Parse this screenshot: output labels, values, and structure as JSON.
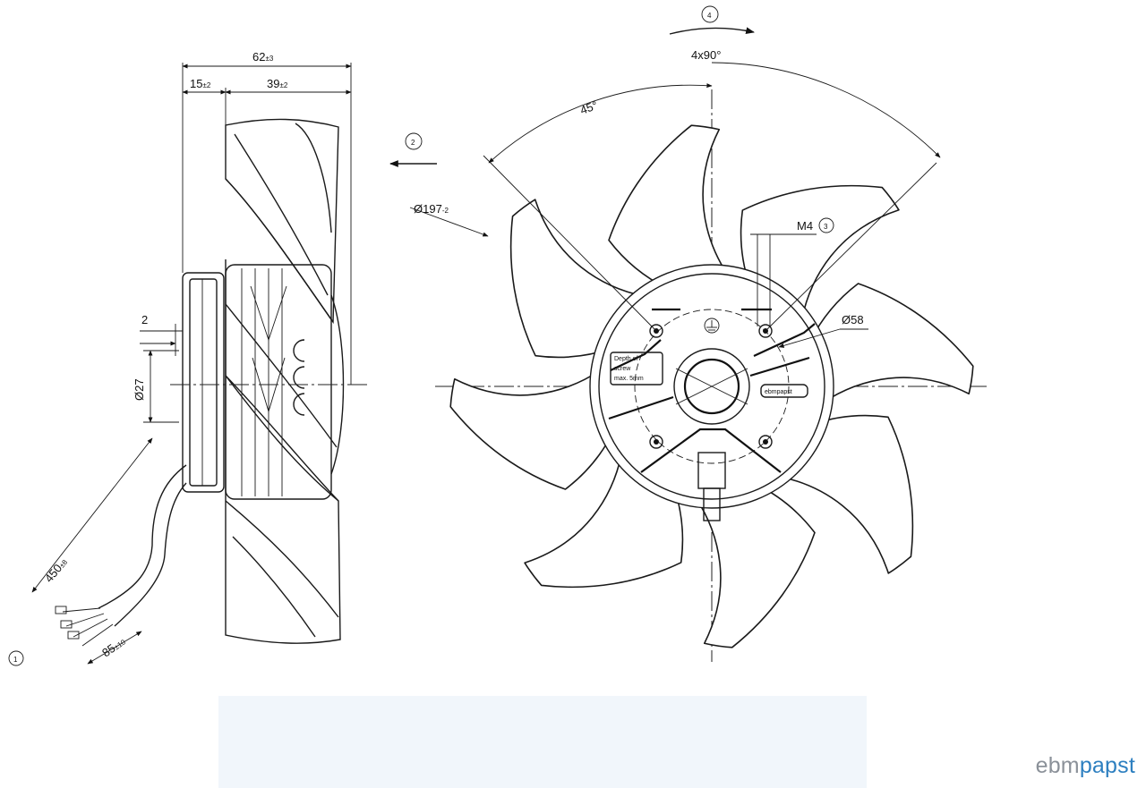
{
  "dimensions": {
    "overall_depth": "62",
    "overall_depth_tol": "±3",
    "front_offset": "15",
    "front_offset_tol": "±2",
    "blade_depth": "39",
    "blade_depth_tol": "±2",
    "gap": "2",
    "hub_diameter": "Ø27",
    "lead_length": "450",
    "lead_length_tol": "±8",
    "strip_length": "85",
    "strip_length_tol": "±10",
    "outer_diameter": "Ø197",
    "outer_diameter_tol": "-2",
    "mount_diameter": "Ø58",
    "angle_45": "45°",
    "angle_4x90": "4x90°",
    "thread": "M4"
  },
  "callouts": {
    "c1": "1",
    "c2": "2",
    "c3": "3",
    "c4": "4"
  },
  "hub_text": {
    "line1": "Depth of",
    "line2": "screw",
    "line3": "max. 5mm",
    "logo": "ebmpapst"
  },
  "brand": {
    "part1": "ebm",
    "part2": "papst"
  },
  "colors": {
    "line": "#1a1a1a",
    "band": "#f1f6fb",
    "brand_grey": "#8b9199",
    "brand_blue": "#2d7fc0"
  }
}
